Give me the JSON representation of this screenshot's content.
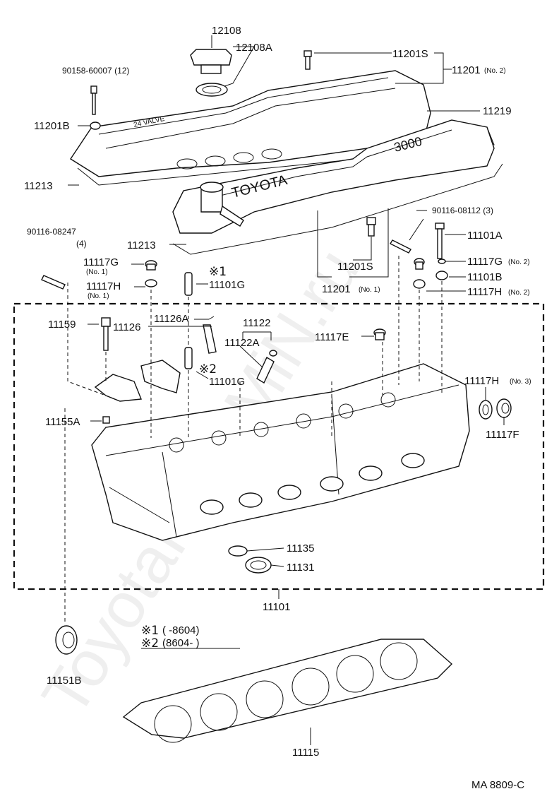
{
  "watermark": "ToyotaPartsMiN.ru",
  "footer_code": "MA  8809-C",
  "legend": {
    "row1_mark": "※1",
    "row1_text": "(        -8604)",
    "row2_mark": "※2",
    "row2_text": "(8604-        )"
  },
  "marks": {
    "m1": "※1",
    "m2": "※2"
  },
  "labels": {
    "l12108": "12108",
    "l12108A": "12108A",
    "l11201S_top": "11201S",
    "l11201_top": "11201",
    "l11201_top_sub": "(No. 2)",
    "l90158": "90158-60007  (12)",
    "l11219": "11219",
    "l11201B": "11201B",
    "l11213a": "11213",
    "l11213b": "11213",
    "l90116_08112": "90116-08112  (3)",
    "l11101A": "11101A",
    "l90116_08247": "90116-08247",
    "l90116_08247_q": "(4)",
    "l11117G_1": "11117G",
    "l11117G_1_sub": "(No. 1)",
    "l11117H_1": "11117H",
    "l11117H_1_sub": "(No. 1)",
    "l11101G_a": "11101G",
    "l11201S_b": "11201S",
    "l11201_b": "11201",
    "l11201_b_sub": "(No. 1)",
    "l11117G_2": "11117G",
    "l11117G_2_sub": "(No. 2)",
    "l11101B": "11101B",
    "l11117H_2": "11117H",
    "l11117H_2_sub": "(No. 2)",
    "l11159": "11159",
    "l11126": "11126",
    "l11126A": "11126A",
    "l11122": "11122",
    "l11122A": "11122A",
    "l11117E": "11117E",
    "l11101G_b": "11101G",
    "l11117H_3": "11117H",
    "l11117H_3_sub": "(No. 3)",
    "l11117F": "11117F",
    "l11155A": "11155A",
    "l11135": "11135",
    "l11131": "11131",
    "l11101": "11101",
    "l11151B": "11151B",
    "l11115": "11115"
  }
}
